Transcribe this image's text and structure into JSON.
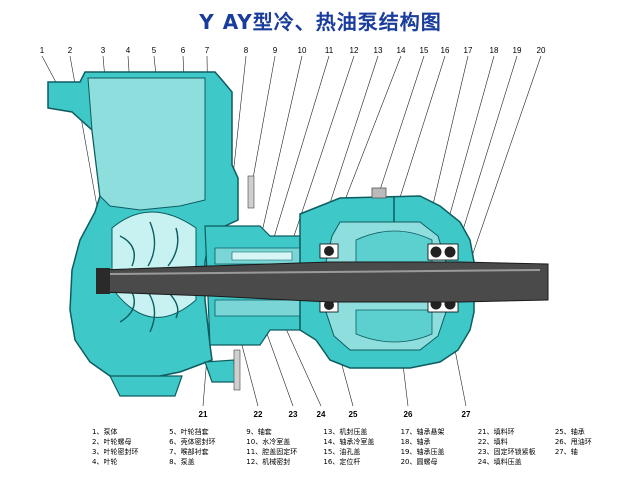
{
  "title": "Y AY型冷、热油泵结构图",
  "callouts_top": [
    "1",
    "2",
    "3",
    "4",
    "5",
    "6",
    "7",
    "8",
    "9",
    "10",
    "11",
    "12",
    "13",
    "14",
    "15",
    "16",
    "17",
    "18",
    "19",
    "20"
  ],
  "callouts_bottom": [
    "21",
    "22",
    "23",
    "24",
    "25",
    "26",
    "27"
  ],
  "legend": [
    [
      "1、泵体",
      "5、叶轮挡套",
      "9、轴套",
      "13、机封压盖",
      "17、轴承悬架",
      "21、填料环",
      "25、轴承"
    ],
    [
      "2、叶轮螺母",
      "6、壳体密封环",
      "10、水冷室盖",
      "14、轴承冷室盖",
      "18、轴承",
      "22、填料",
      "26、甩油环"
    ],
    [
      "3、叶轮密封环",
      "7、喉部衬套",
      "11、腔盖固定环",
      "15、油孔盖",
      "19、轴承压盖",
      "23、固定环锁紧板",
      "27、轴"
    ],
    [
      "4、叶轮",
      "8、泵盖",
      "12、机械密封",
      "16、定位杆",
      "20、圆螺母",
      "24、填料压盖",
      ""
    ]
  ],
  "colors": {
    "body": "#3fc8c8",
    "dark": "#0d5c60",
    "light": "#a8eaea",
    "title": "#1a3c9c",
    "shaft": "#3d3d3d"
  }
}
